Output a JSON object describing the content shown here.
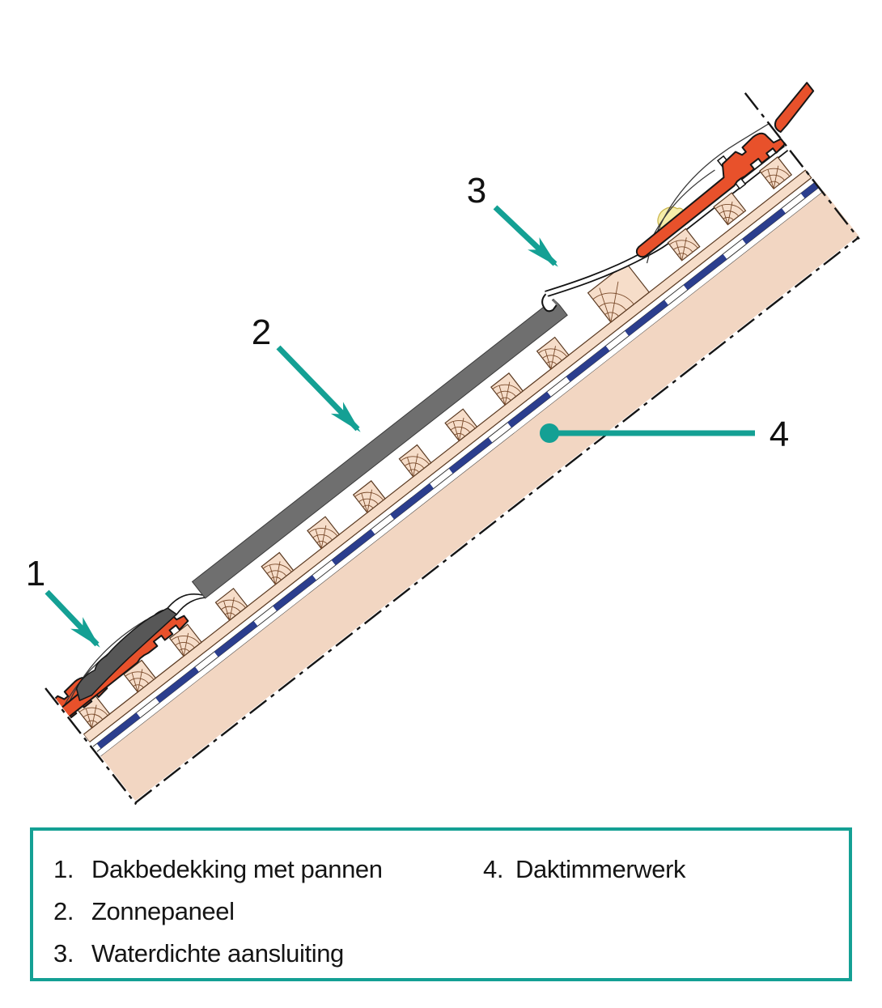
{
  "diagram": {
    "callout_1": "1",
    "callout_2": "2",
    "callout_3": "3",
    "callout_4": "4"
  },
  "legend": {
    "items": [
      {
        "num": "1.",
        "label": "Dakbedekking met pannen"
      },
      {
        "num": "2.",
        "label": "Zonnepaneel"
      },
      {
        "num": "3.",
        "label": "Waterdichte aansluiting"
      },
      {
        "num": "4.",
        "label": "Daktimmerwerk"
      }
    ]
  },
  "colors": {
    "accent_teal": "#14A094",
    "tile_orange": "#E8512B",
    "panel_gray": "#6F6F6F",
    "apron_gray": "#575757",
    "deck_tan": "#F2D6C2",
    "wood_tan": "#F6DDC9",
    "wood_outline": "#5a3a22",
    "foil_blue": "#2B3E8E",
    "foam_yellow": "#F6EDA9",
    "outline_black": "#1a1a1a"
  }
}
